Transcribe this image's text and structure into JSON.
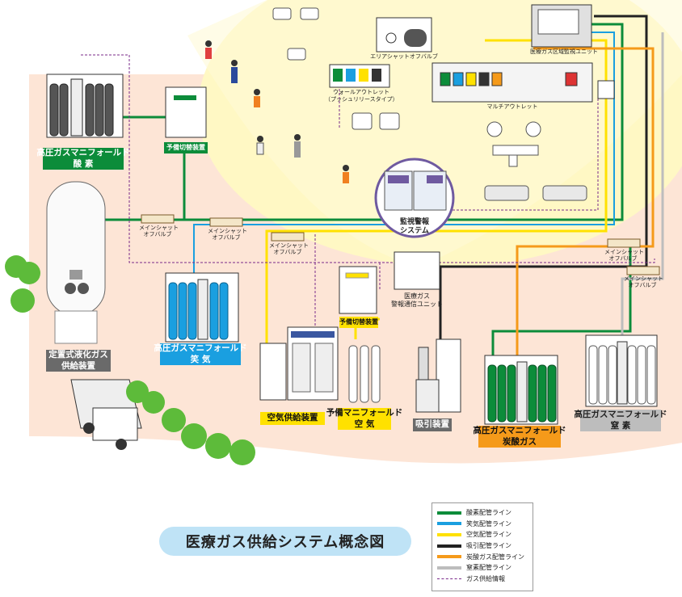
{
  "diagram": {
    "title": "医療ガス供給システム概念図",
    "labels": {
      "oxygen_manifold": [
        "高圧ガスマニフォールド",
        "酸 素"
      ],
      "lox": [
        "定置式液化ガス",
        "供給装置"
      ],
      "n2o_manifold": [
        "高圧ガスマニフォールド",
        "笑 気"
      ],
      "air_supply": "空気供給装置",
      "backup_air": [
        "予備マニフォールド",
        "空 気"
      ],
      "suction": "吸引装置",
      "co2_manifold": [
        "高圧ガスマニフォールド",
        "炭酸ガス"
      ],
      "n2_manifold": [
        "高圧ガスマニフォールド",
        "窒 素"
      ],
      "switch_1": "予備切替装置",
      "switch_2": "予備切替装置",
      "monitor_system": [
        "監視警報",
        "システム"
      ],
      "alarm_relay": [
        "医療ガス",
        "警報通信ユニット"
      ],
      "area_valve": "エリアシャットオフバルブ",
      "wall_outlet": [
        "ウォールアウトレット",
        "（プッシュリリースタイプ）"
      ],
      "multi_outlet": "マルチアウトレット",
      "area_monitor": "医療ガス区域監視ユニット",
      "main_valve": [
        "メインシャット",
        "オフバルブ"
      ]
    },
    "legend": [
      {
        "label": "酸素配管ライン",
        "color": "#0c8c3a"
      },
      {
        "label": "笑気配管ライン",
        "color": "#1a9fe0"
      },
      {
        "label": "空気配管ライン",
        "color": "#ffe100"
      },
      {
        "label": "吸引配管ライン",
        "color": "#222222"
      },
      {
        "label": "炭酸ガス配管ライン",
        "color": "#f59a1a"
      },
      {
        "label": "窒素配管ライン",
        "color": "#bdbdbd"
      },
      {
        "label": "ガス供給情報",
        "color": "#7a2a8a",
        "dashed": true
      }
    ]
  }
}
